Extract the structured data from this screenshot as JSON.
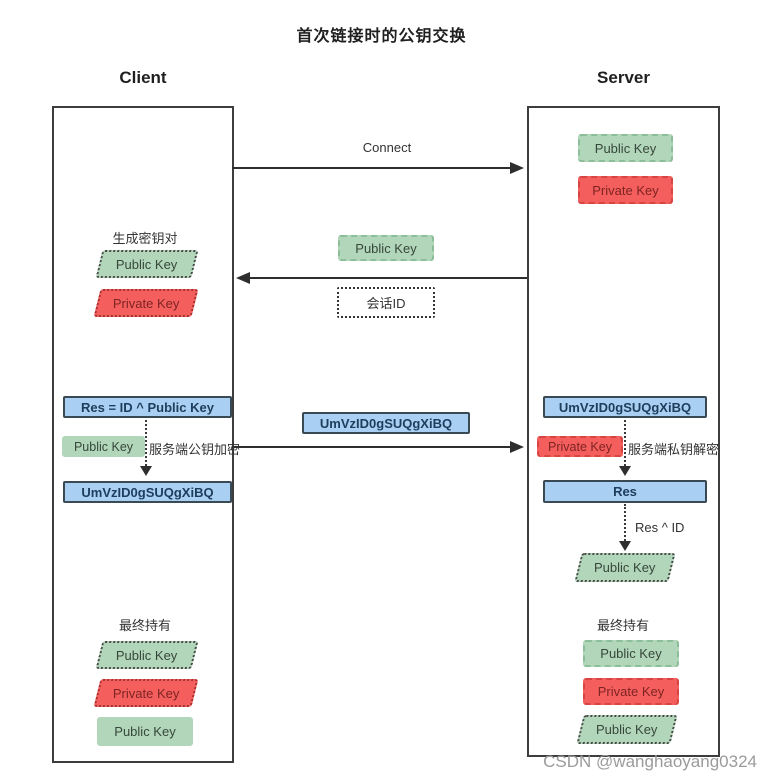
{
  "title": "首次链接时的公钥交换",
  "watermark": "CSDN @wanghaoyang0324",
  "colors": {
    "green_fill": "#b2d6ba",
    "red_fill": "#f45f5d",
    "blue_fill": "#a9d0f2",
    "column_border": "#3d3d3d",
    "arrow": "#2e2e2e",
    "watermark_gray": "#9b9b9b"
  },
  "client": {
    "header": "Client",
    "keygen_label": "生成密钥对",
    "public_key": "Public Key",
    "private_key": "Private Key",
    "res_formula": "Res = ID ^ Public Key",
    "encrypt_key_label": "Public Key",
    "encrypt_note": "服务端公钥加密",
    "encrypted_value": "UmVzID0gSUQgXiBQ",
    "final_label": "最终持有",
    "final_keys": [
      "Public Key",
      "Private Key",
      "Public Key"
    ]
  },
  "server": {
    "header": "Server",
    "public_key": "Public Key",
    "private_key": "Private Key",
    "received_value": "UmVzID0gSUQgXiBQ",
    "decrypt_key_label": "Private Key",
    "decrypt_note": "服务端私钥解密",
    "res_label": "Res",
    "xor_note": "Res ^ ID",
    "recovered_key": "Public Key",
    "final_label": "最终持有",
    "final_keys": [
      "Public Key",
      "Private Key",
      "Public Key"
    ]
  },
  "messages": {
    "connect": "Connect",
    "server_pubkey": "Public Key",
    "session_id": "会话ID",
    "encrypted_payload": "UmVzID0gSUQgXiBQ"
  }
}
